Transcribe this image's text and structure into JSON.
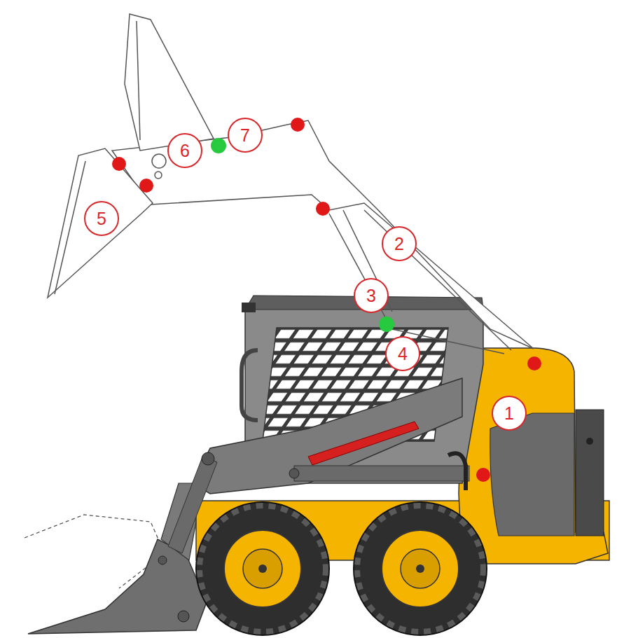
{
  "diagram": {
    "nodes": [
      {
        "text": [
          "1"
        ]
      },
      {
        "text": [
          "2"
        ]
      },
      {
        "text": [
          "3"
        ]
      },
      {
        "text": [
          "4"
        ]
      },
      {
        "text": [
          "5"
        ]
      },
      {
        "text": [
          "6"
        ]
      },
      {
        "text": [
          "7"
        ]
      }
    ]
  }
}
